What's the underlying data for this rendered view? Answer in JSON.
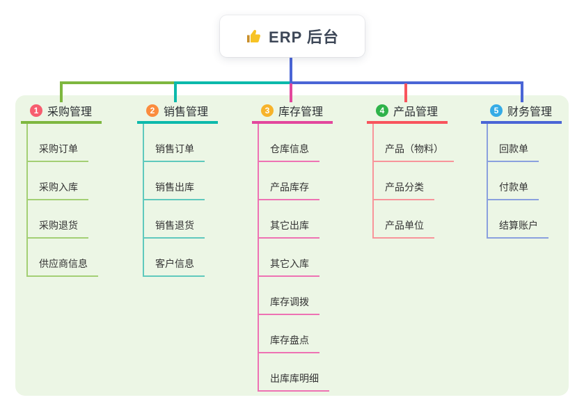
{
  "root": {
    "title": "ERP 后台",
    "icon": "thumbs-up-icon"
  },
  "branches": [
    {
      "badge": "1",
      "title": "采购管理",
      "badge_color": "#f75d6f",
      "line_color": "#7eb73f",
      "children": [
        "采购订单",
        "采购入库",
        "采购退货",
        "供应商信息"
      ]
    },
    {
      "badge": "2",
      "title": "销售管理",
      "badge_color": "#fb8c3e",
      "line_color": "#0cb9ab",
      "children": [
        "销售订单",
        "销售出库",
        "销售退货",
        "客户信息"
      ]
    },
    {
      "badge": "3",
      "title": "库存管理",
      "badge_color": "#f7b32b",
      "line_color": "#e2479d",
      "children": [
        "仓库信息",
        "产品库存",
        "其它出库",
        "其它入库",
        "库存调拨",
        "库存盘点",
        "出库库明细"
      ]
    },
    {
      "badge": "4",
      "title": "产品管理",
      "badge_color": "#2fb34a",
      "line_color": "#f8545d",
      "children": [
        "产品（物料）",
        "产品分类",
        "产品单位"
      ]
    },
    {
      "badge": "5",
      "title": "财务管理",
      "badge_color": "#35abe6",
      "line_color": "#4a65d6",
      "children": [
        "回款单",
        "付款单",
        "结算账户"
      ]
    }
  ],
  "colors": {
    "root_connector": "#4a65d6",
    "panel_background": "#ecf6e5",
    "root_text": "#3d4757",
    "child_text": "#333333"
  }
}
